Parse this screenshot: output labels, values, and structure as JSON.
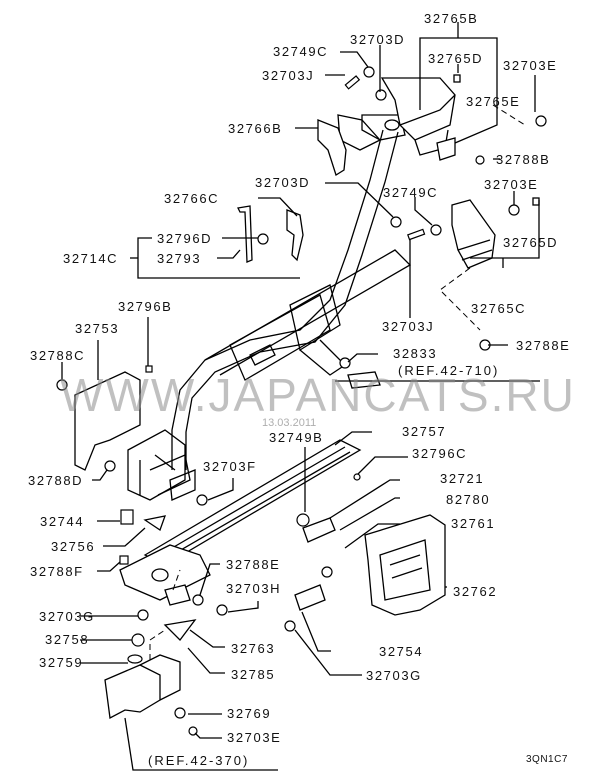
{
  "diagram": {
    "title": "Rear spare tire carrier parts diagram",
    "diagram_code": "3QN1C7",
    "watermark": "WWW.JAPANCATS.RU",
    "watermark_date": "13.03.2011",
    "references": [
      {
        "id": "ref-42-710",
        "text": "(REF.42-710)"
      },
      {
        "id": "ref-42-370",
        "text": "(REF.42-370)"
      }
    ],
    "labels": [
      {
        "id": "32765B",
        "text": "32765B"
      },
      {
        "id": "32749C-top",
        "text": "32749C"
      },
      {
        "id": "32703D-top",
        "text": "32703D"
      },
      {
        "id": "32765D-top",
        "text": "32765D"
      },
      {
        "id": "32703E-top",
        "text": "32703E"
      },
      {
        "id": "32703J-top",
        "text": "32703J"
      },
      {
        "id": "32765E",
        "text": "32765E"
      },
      {
        "id": "32766B",
        "text": "32766B"
      },
      {
        "id": "32788B",
        "text": "32788B"
      },
      {
        "id": "32703D-mid",
        "text": "32703D"
      },
      {
        "id": "32749C-mid",
        "text": "32749C"
      },
      {
        "id": "32703E-mid",
        "text": "32703E"
      },
      {
        "id": "32766C",
        "text": "32766C"
      },
      {
        "id": "32796D",
        "text": "32796D"
      },
      {
        "id": "32765D-mid",
        "text": "32765D"
      },
      {
        "id": "32714C",
        "text": "32714C"
      },
      {
        "id": "32793",
        "text": "32793"
      },
      {
        "id": "32765C",
        "text": "32765C"
      },
      {
        "id": "32796B",
        "text": "32796B"
      },
      {
        "id": "32753",
        "text": "32753"
      },
      {
        "id": "32703J-mid",
        "text": "32703J"
      },
      {
        "id": "32788E-top",
        "text": "32788E"
      },
      {
        "id": "32788C",
        "text": "32788C"
      },
      {
        "id": "32833",
        "text": "32833"
      },
      {
        "id": "32749B",
        "text": "32749B"
      },
      {
        "id": "32757",
        "text": "32757"
      },
      {
        "id": "32796C",
        "text": "32796C"
      },
      {
        "id": "32788D",
        "text": "32788D"
      },
      {
        "id": "32703F",
        "text": "32703F"
      },
      {
        "id": "32721",
        "text": "32721"
      },
      {
        "id": "82780",
        "text": "82780"
      },
      {
        "id": "32744",
        "text": "32744"
      },
      {
        "id": "32761",
        "text": "32761"
      },
      {
        "id": "32756",
        "text": "32756"
      },
      {
        "id": "32788E-low",
        "text": "32788E"
      },
      {
        "id": "32788F",
        "text": "32788F"
      },
      {
        "id": "32703H",
        "text": "32703H"
      },
      {
        "id": "32762",
        "text": "32762"
      },
      {
        "id": "32703G-left",
        "text": "32703G"
      },
      {
        "id": "32758",
        "text": "32758"
      },
      {
        "id": "32763",
        "text": "32763"
      },
      {
        "id": "32754",
        "text": "32754"
      },
      {
        "id": "32759",
        "text": "32759"
      },
      {
        "id": "32785",
        "text": "32785"
      },
      {
        "id": "32703G-right",
        "text": "32703G"
      },
      {
        "id": "32769",
        "text": "32769"
      },
      {
        "id": "32703E-low",
        "text": "32703E"
      }
    ]
  }
}
